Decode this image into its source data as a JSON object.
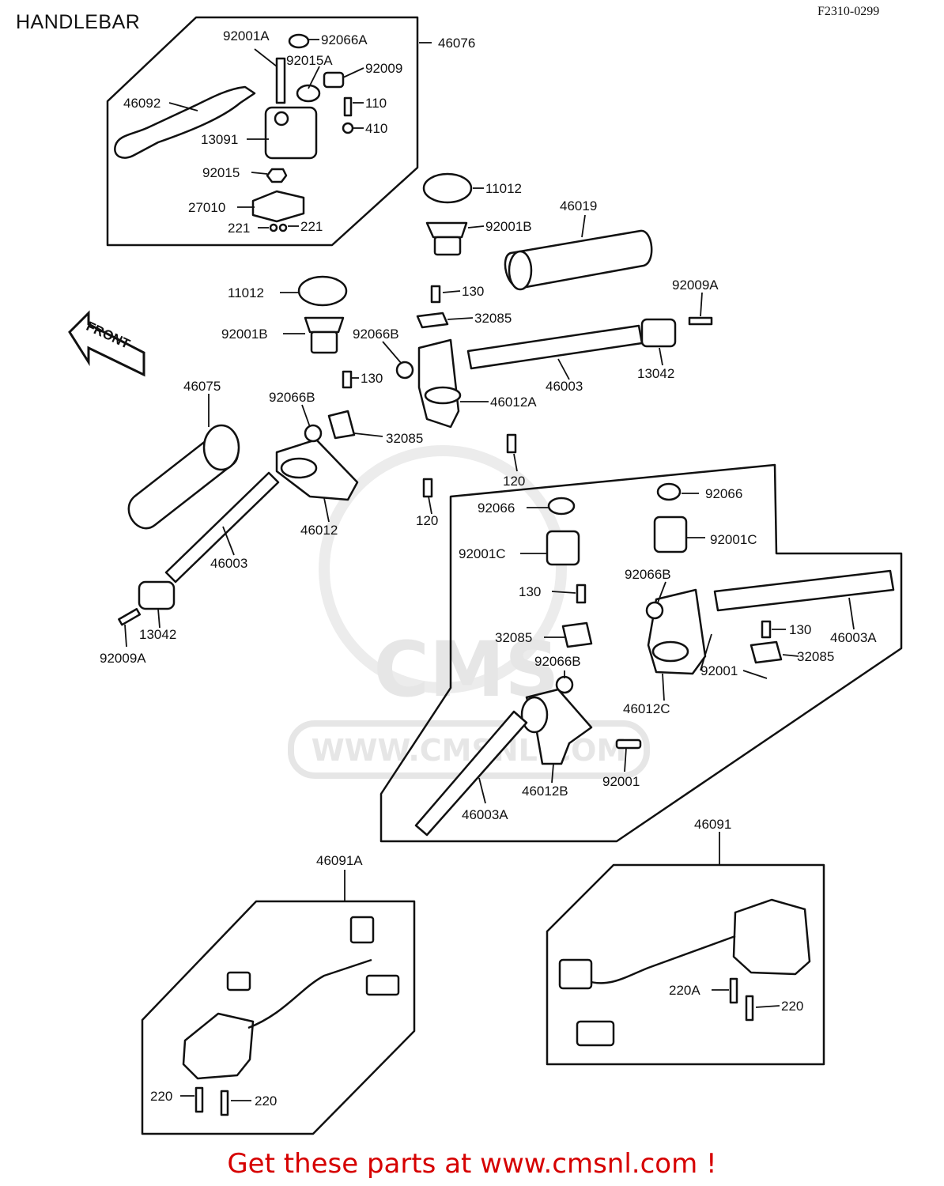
{
  "header": {
    "title": "HANDLEBAR",
    "code": "F2310-0299"
  },
  "watermark": {
    "logo": "CMS",
    "url": "WWW.CMSNL.COM"
  },
  "front_arrow": {
    "label": "FRONT"
  },
  "labels": {
    "l_92001A_a": "92001A",
    "l_92066A": "92066A",
    "l_46076": "46076",
    "l_92015A": "92015A",
    "l_92009": "92009",
    "l_46092": "46092",
    "l_110": "110",
    "l_410": "410",
    "l_13091": "13091",
    "l_92015": "92015",
    "l_27010": "27010",
    "l_221_a": "221",
    "l_221_b": "221",
    "l_11012_a": "11012",
    "l_46019": "46019",
    "l_92001B_a": "92001B",
    "l_130_a": "130",
    "l_92009A_a": "92009A",
    "l_11012_b": "11012",
    "l_32085_a": "32085",
    "l_92001B_b": "92001B",
    "l_92066B_a": "92066B",
    "l_13042_a": "13042",
    "l_130_b": "130",
    "l_46003_a": "46003",
    "l_46075": "46075",
    "l_92066B_b": "92066B",
    "l_46012A": "46012A",
    "l_32085_b": "32085",
    "l_120_a": "120",
    "l_92066_a": "92066",
    "l_92066_b": "92066",
    "l_120_b": "120",
    "l_46012": "46012",
    "l_92001C_a": "92001C",
    "l_92001C_b": "92001C",
    "l_46003_b": "46003",
    "l_92066B_c": "92066B",
    "l_130_c": "130",
    "l_130_d": "130",
    "l_46003A_a": "46003A",
    "l_13042_b": "13042",
    "l_32085_c": "32085",
    "l_32085_d": "32085",
    "l_92009A_b": "92009A",
    "l_92066B_d": "92066B",
    "l_92001_a": "92001",
    "l_46012C": "46012C",
    "l_46012B": "46012B",
    "l_92001_b": "92001",
    "l_46003A_b": "46003A",
    "l_46091": "46091",
    "l_46091A": "46091A",
    "l_220A": "220A",
    "l_220_a": "220",
    "l_220_b": "220",
    "l_220_c": "220"
  },
  "footer": {
    "text": "Get these parts at www.cmsnl.com !",
    "color": "#d60000"
  }
}
